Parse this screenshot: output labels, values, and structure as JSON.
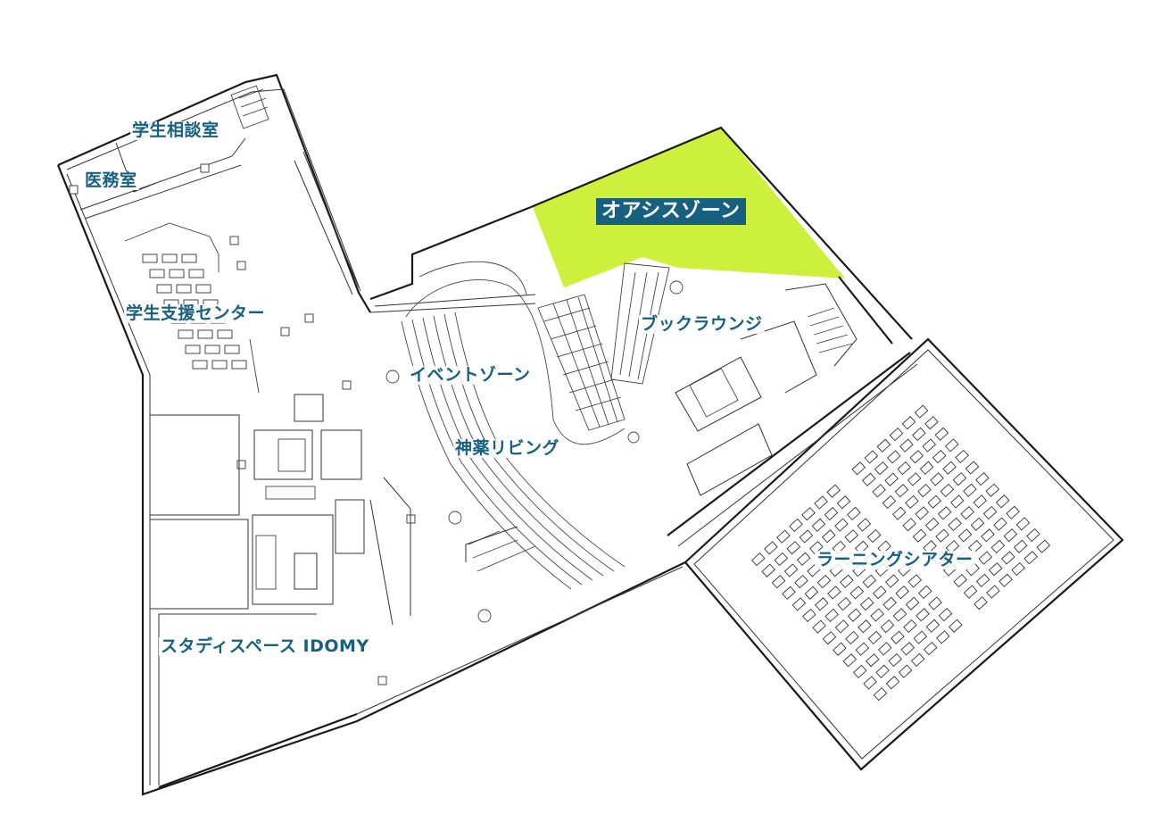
{
  "map": {
    "highlight_color": "#ccf03c",
    "label_color": "#17607f",
    "line_color": "#1a1a1a",
    "rooms": [
      {
        "id": "student-consultation-room",
        "label": "学生相談室"
      },
      {
        "id": "medical-office",
        "label": "医務室"
      },
      {
        "id": "student-support-center",
        "label": "学生支援センター"
      },
      {
        "id": "oasis-zone",
        "label": "オアシスゾーン",
        "highlighted": true
      },
      {
        "id": "book-lounge",
        "label": "ブックラウンジ"
      },
      {
        "id": "event-zone",
        "label": "イベントゾーン"
      },
      {
        "id": "shinyaku-living",
        "label": "神薬リビング"
      },
      {
        "id": "learning-theater",
        "label": "ラーニングシアター"
      },
      {
        "id": "study-space-idomy",
        "label": "スタディスペース IDOMY"
      }
    ]
  }
}
